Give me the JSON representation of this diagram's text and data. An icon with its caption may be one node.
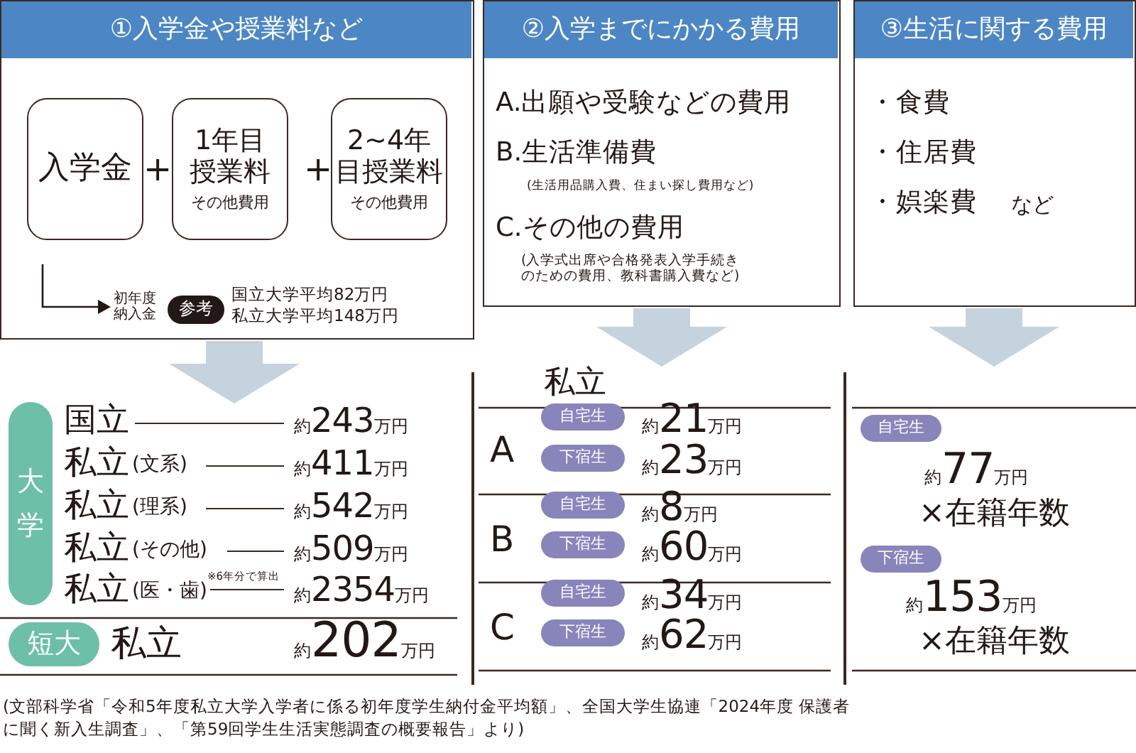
{
  "diagram": {
    "caption": "(文部科学省「令和5年度私立大学入学者に係る初年度学生納付金平均額」、全国大学生協連「2024年度 保護者に聞く新入生調査」、「第59回学生生活実態調査の概要報告」より)",
    "nodes": [
      {
        "text": [
          "①入学金や授業料など"
        ]
      },
      {
        "text": [
          "入学金"
        ],
        "in": 0
      },
      {
        "text": [
          "1年目授業料",
          "その他費用"
        ],
        "in": 0
      },
      {
        "text": [
          "2~4年目授業料",
          "その他費用"
        ],
        "in": 0
      },
      {
        "text": [
          "初年度納入金"
        ],
        "in": 0
      },
      {
        "text": [
          "参考"
        ],
        "in": 0
      },
      {
        "text": [
          "②入学までにかかる費用",
          "A.出願や受験などの費用",
          "B.生活準備費",
          "(生活用品購入費、住まい探し費用など)",
          "C.その他の費用",
          "(入学式出席や合格発表入学手続きのための費用、教科書購入費など)"
        ]
      },
      {
        "text": [
          "③生活に関する費用",
          "・食費",
          "・住居費",
          "・娯楽費",
          "など"
        ]
      },
      {
        "text": [
          "大学"
        ]
      },
      {
        "text": [
          "短大"
        ]
      },
      {
        "text": [
          "自宅生"
        ]
      },
      {
        "text": [
          "下宿生"
        ]
      },
      {
        "text": [
          "自宅生"
        ]
      },
      {
        "text": [
          "下宿生"
        ]
      },
      {
        "text": [
          "自宅生"
        ]
      },
      {
        "text": [
          "下宿生"
        ]
      },
      {
        "text": [
          "自宅生"
        ]
      },
      {
        "text": [
          "下宿生"
        ]
      }
    ],
    "edges": [
      {
        "from": 1,
        "to": 4,
        "arrow": "to"
      },
      {
        "from": 0,
        "to": null,
        "arrow": "to",
        "style": "thick",
        "color": "#c5d3de"
      },
      {
        "from": 6,
        "to": null,
        "arrow": "to",
        "style": "thick",
        "color": "#c5d3de"
      },
      {
        "from": 7,
        "to": null,
        "arrow": "to",
        "style": "thick",
        "color": "#c5d3de"
      }
    ],
    "labels": [
      "+",
      "+",
      "国立大学平均82万円",
      "私立大学平均148万円",
      "国立",
      "約243万円",
      "私立",
      "(文系)",
      "約411万円",
      "私立",
      "(理系)",
      "約542万円",
      "私立",
      "(その他)",
      "約509万円",
      "私立",
      "(医・歯)",
      "※6年分で算出",
      "約2354万円",
      "私立",
      "約202万円",
      "私立",
      "A",
      "約21万円",
      "約23万円",
      "B",
      "約8万円",
      "約60万円",
      "C",
      "約34万円",
      "約62万円",
      "約77万円",
      "×在籍年数",
      "約153万円",
      "×在籍年数"
    ]
  }
}
